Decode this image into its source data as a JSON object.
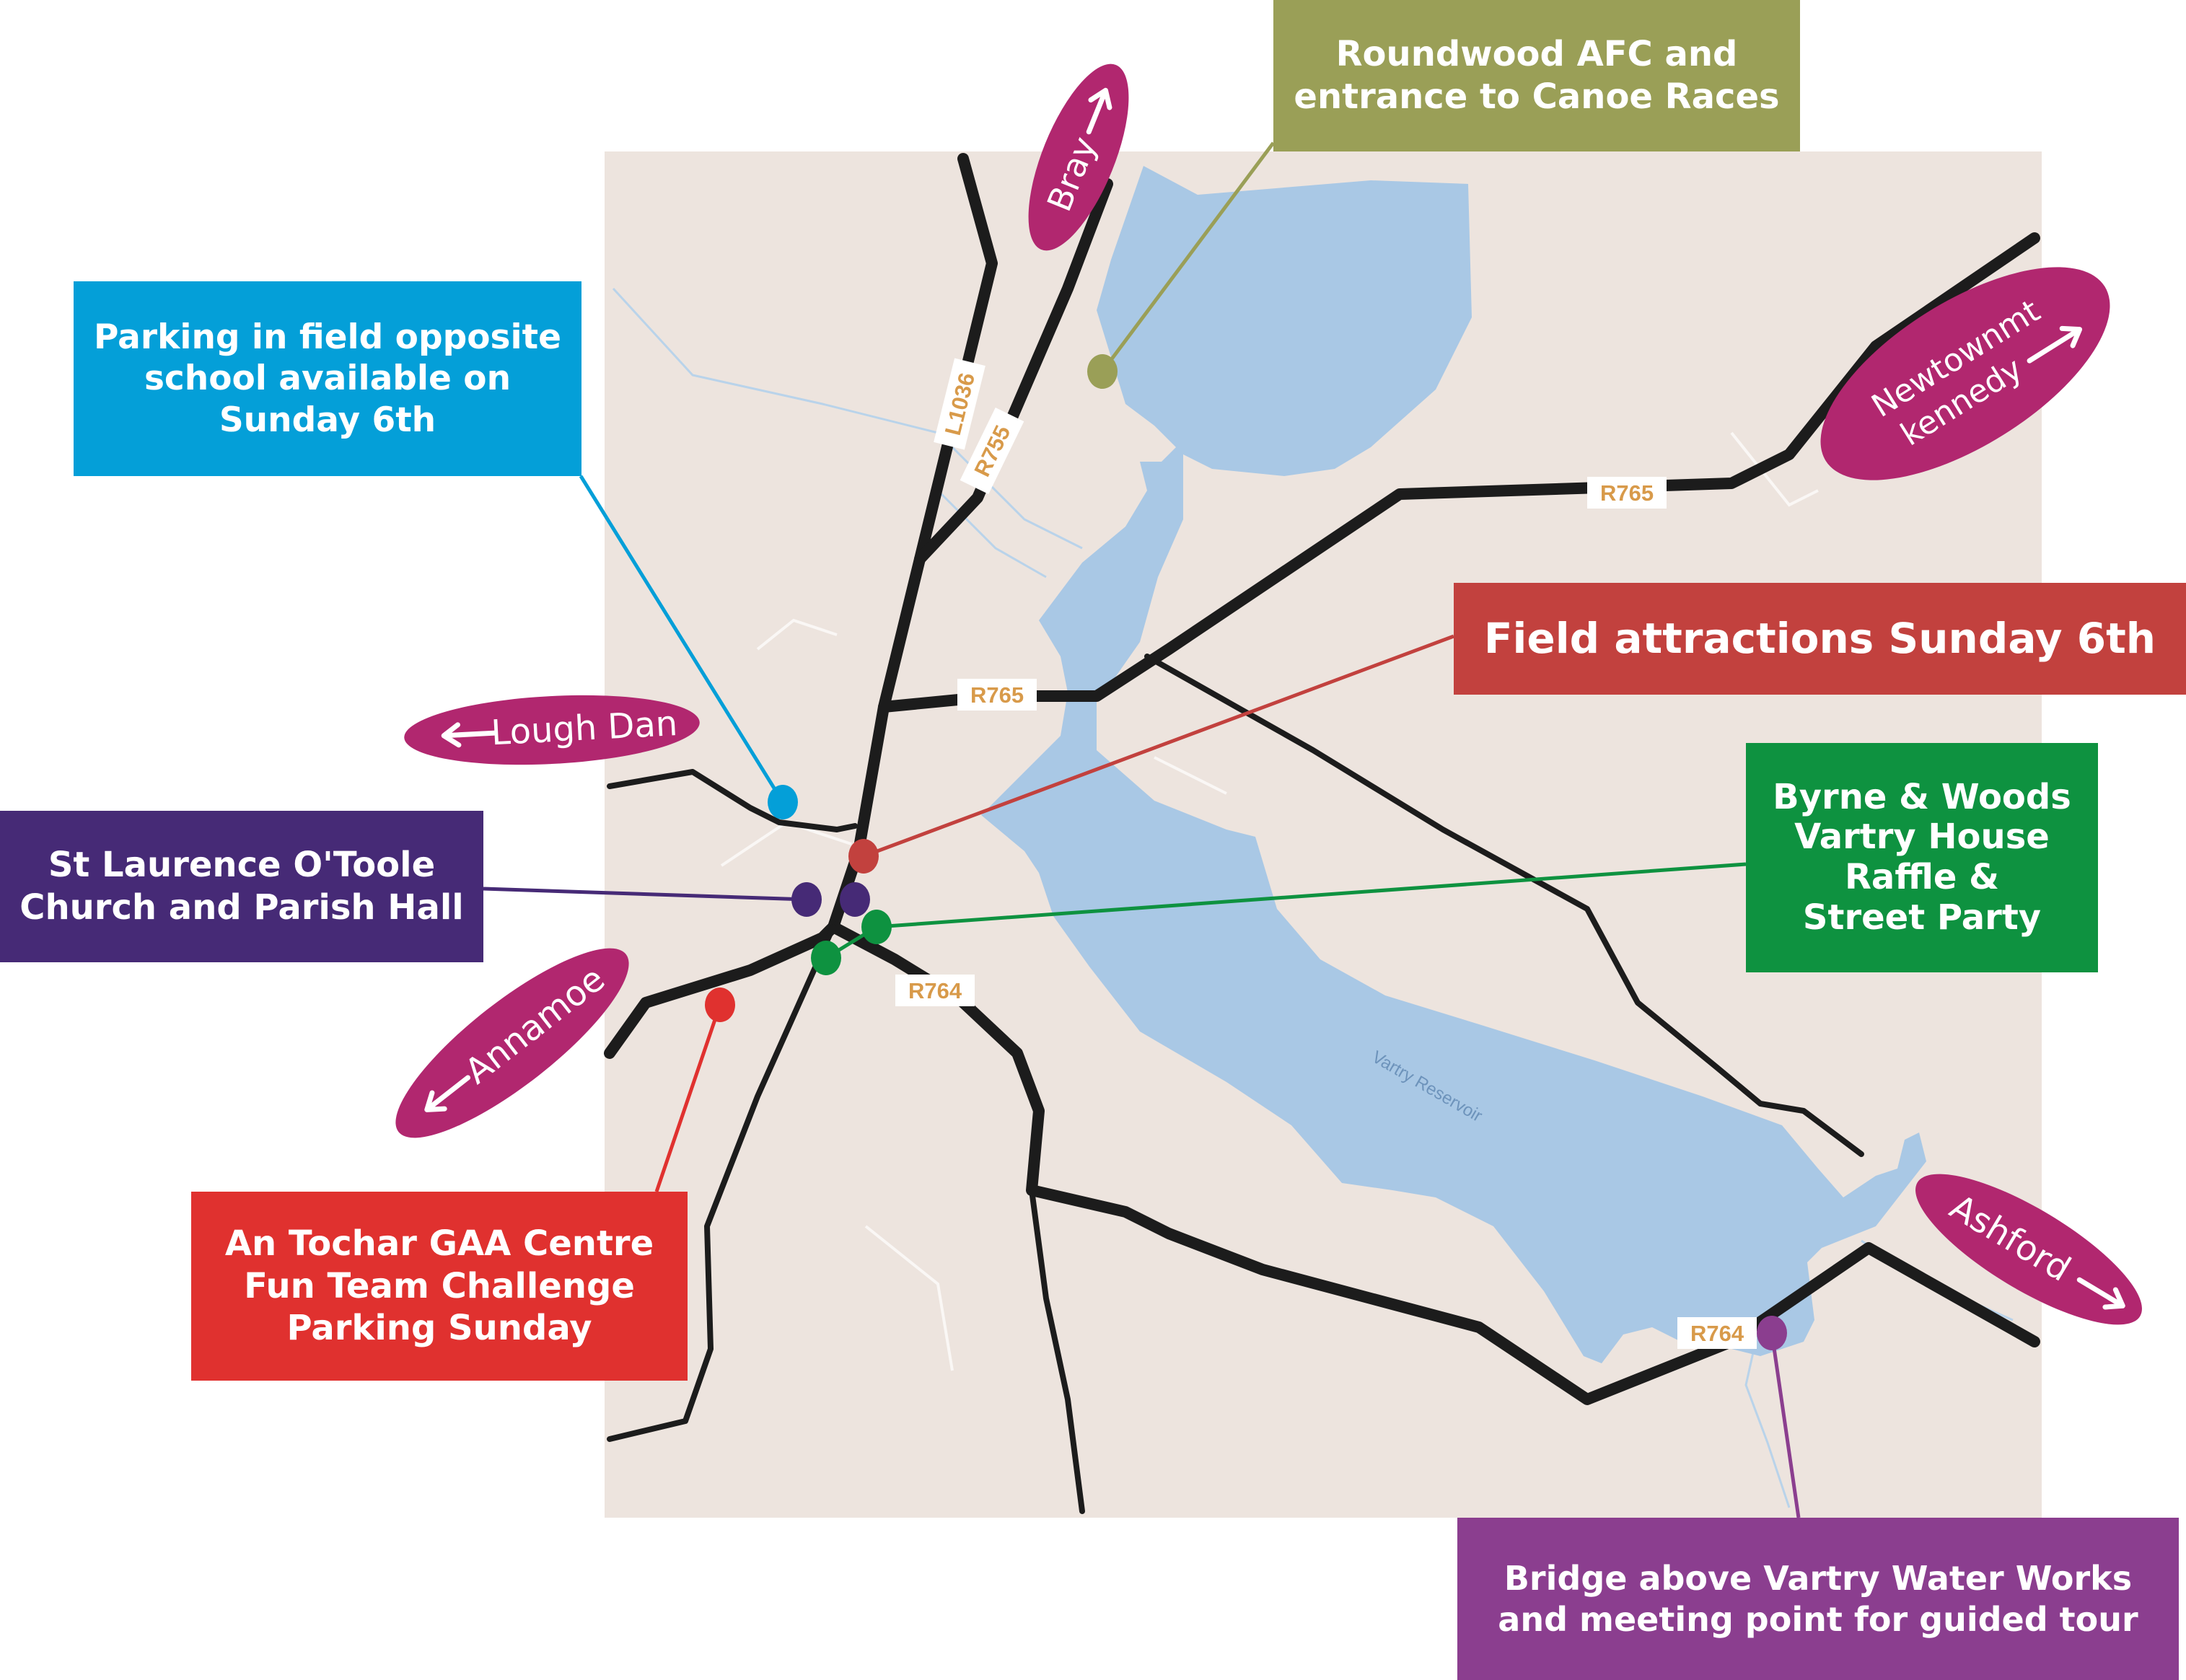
{
  "map": {
    "water_label": "Vartry Reservoir",
    "road_labels": {
      "l1036": "L1036",
      "r755": "R755",
      "r765_east": "R765",
      "r765_centre": "R765",
      "r764_west": "R764",
      "r764_east": "R764"
    },
    "directions": {
      "bray": "Bray",
      "newtown_line1": "Newtownmt",
      "newtown_line2": "kennedy",
      "lough_dan": "Lough Dan",
      "annamoe": "Annamoe",
      "ashford": "Ashford"
    }
  },
  "callouts": {
    "roundwood": {
      "lines": [
        "Roundwood AFC and",
        "entrance to Canoe Races"
      ]
    },
    "parking": {
      "lines": [
        "Parking in field opposite",
        "school available on",
        "Sunday 6th"
      ]
    },
    "field": {
      "lines": [
        "Field attractions Sunday 6th"
      ]
    },
    "church": {
      "lines": [
        "St Laurence O'Toole",
        "Church and Parish Hall"
      ]
    },
    "byrne": {
      "lines": [
        "Byrne & Woods",
        "Vartry House",
        "Raffle &",
        "Street Party"
      ]
    },
    "tochar": {
      "lines": [
        "An Tochar GAA Centre",
        "Fun Team Challenge",
        "Parking Sunday"
      ]
    },
    "bridge": {
      "lines": [
        "Bridge above Vartry Water Works",
        "and meeting point for guided tour"
      ]
    }
  },
  "colors": {
    "land": "#ede4de",
    "water": "#a9c8e5",
    "road": "#1c1c1c",
    "road_label": "#d89a4a",
    "direction_bubble": "#b1276f",
    "roundwood": "#9a9f57",
    "parking": "#049fd8",
    "field": "#c2413e",
    "church": "#462a76",
    "byrne": "#0e9240",
    "tochar": "#e0312f",
    "bridge": "#8b3e8f"
  }
}
